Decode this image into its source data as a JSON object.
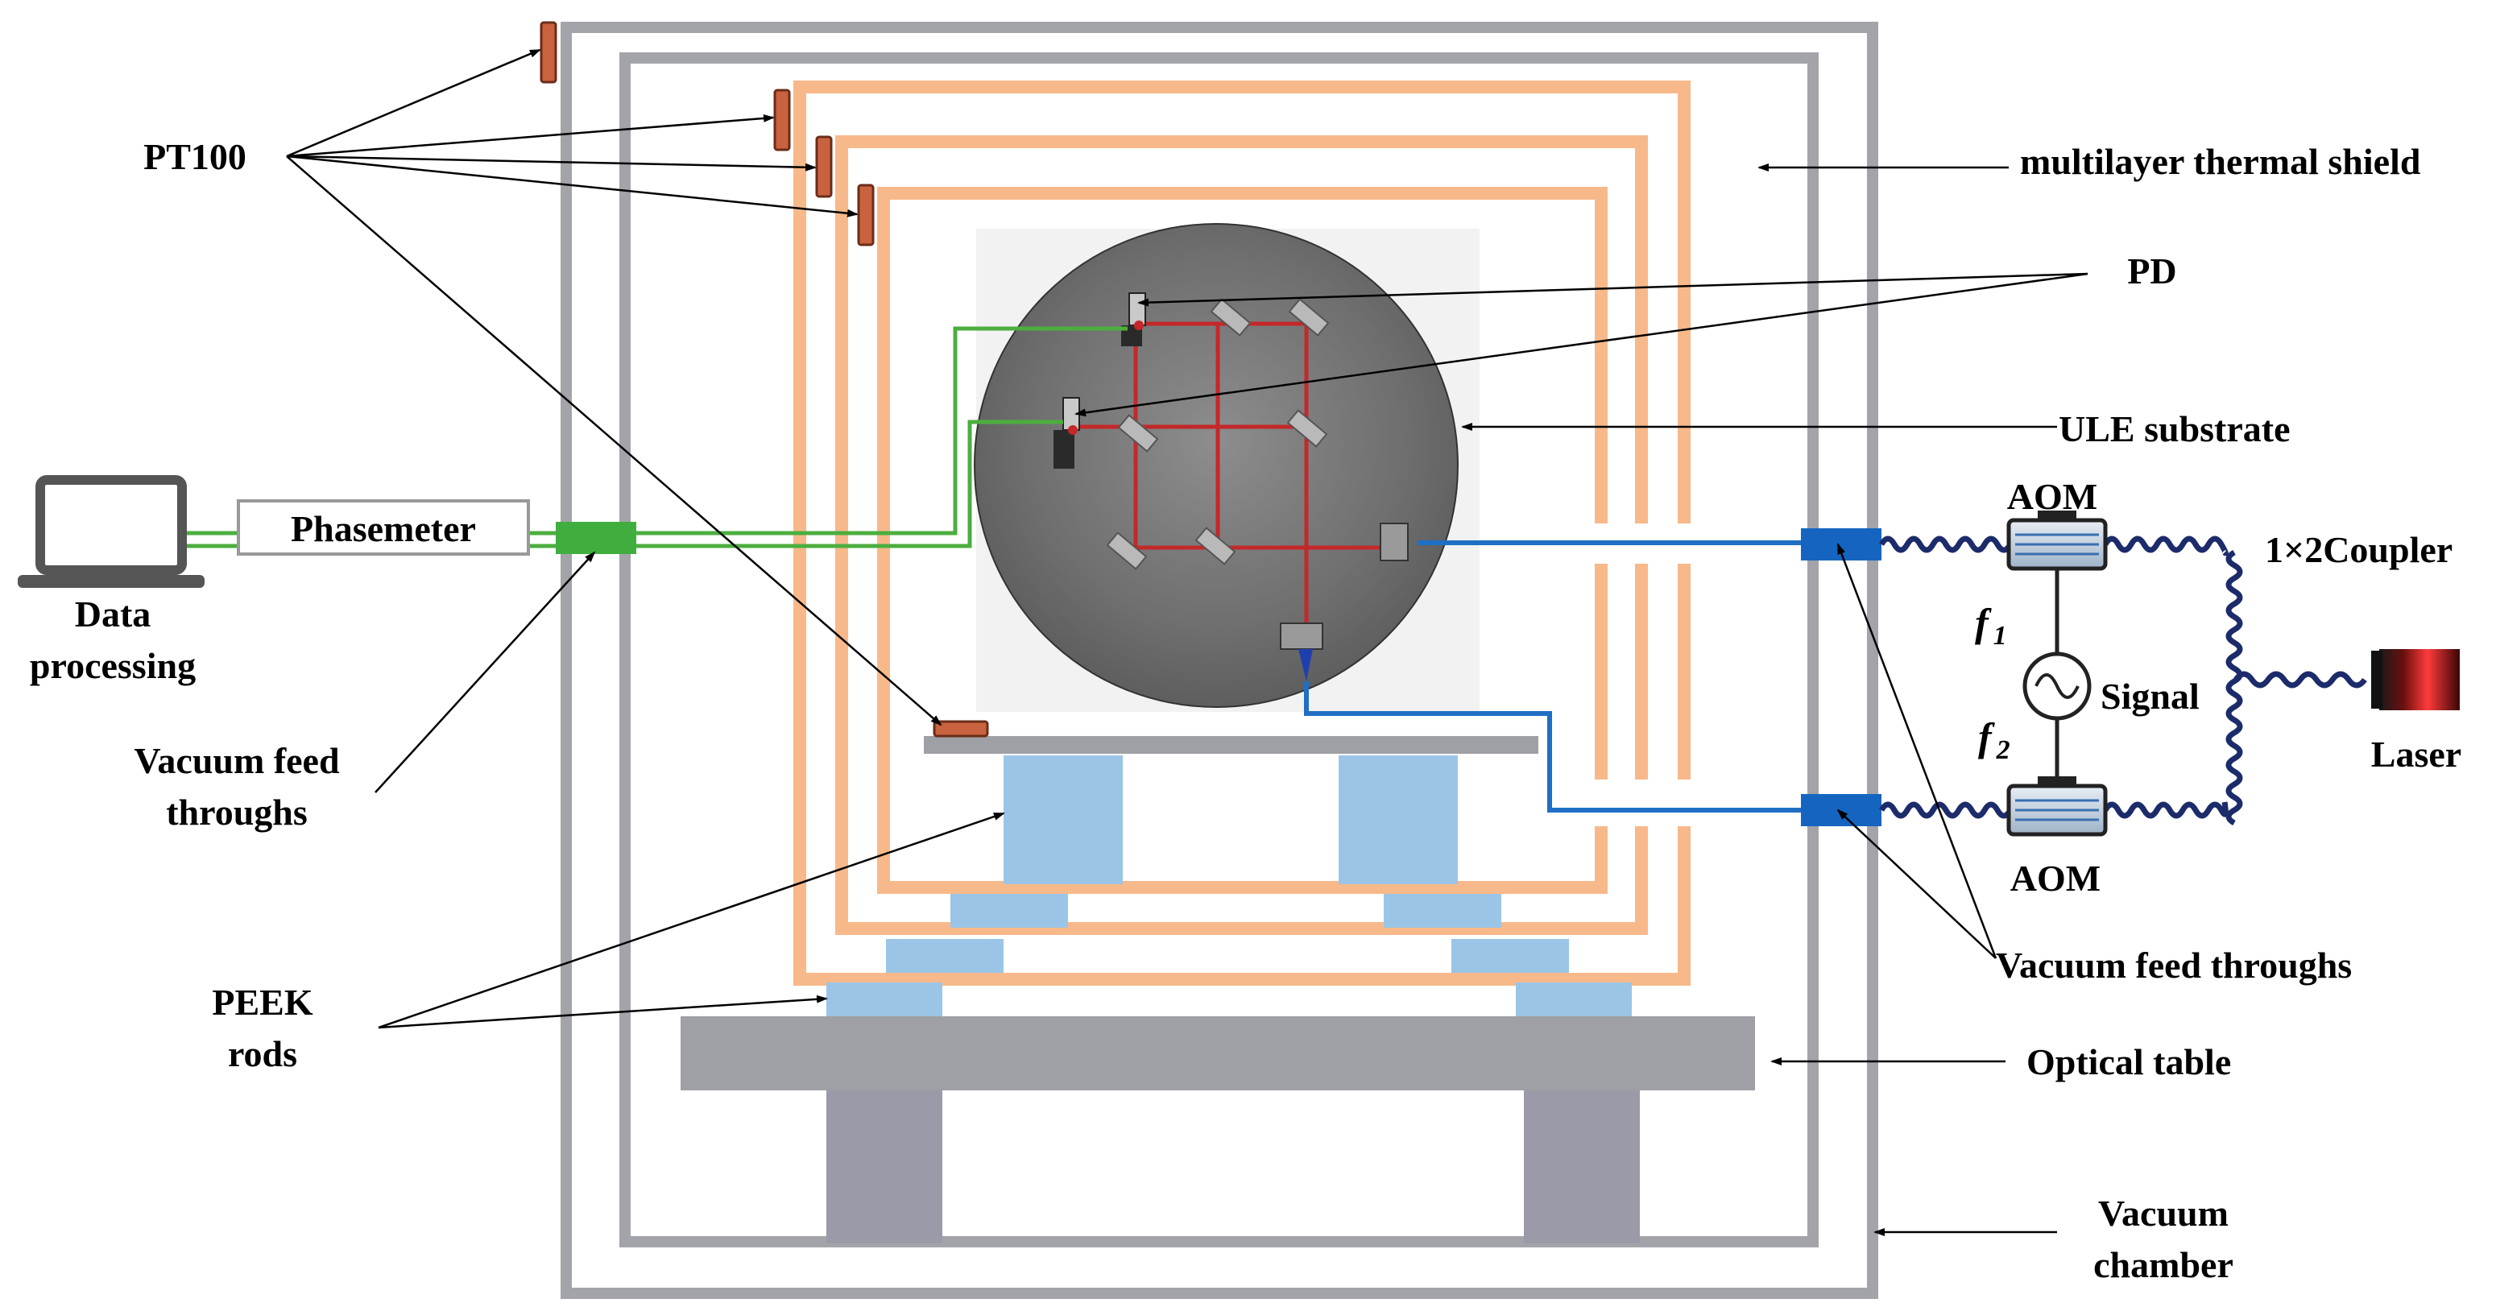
{
  "labels": {
    "pt100": "PT100",
    "thermal_shield": "multilayer thermal shield",
    "pd": "PD",
    "ule_substrate": "ULE substrate",
    "aom_top": "AOM",
    "aom_bottom": "AOM",
    "coupler": "1×2Coupler",
    "f1_base": "f",
    "f1_sub": "1",
    "f2_base": "f",
    "f2_sub": "2",
    "signal": "Signal",
    "laser": "Laser",
    "phasemeter": "Phasemeter",
    "data_processing_1": "Data",
    "data_processing_2": "processing",
    "feedthrough_left_1": "Vacuum feed",
    "feedthrough_left_2": "throughs",
    "feedthrough_right": "Vacuum feed throughs",
    "peek_1": "PEEK",
    "peek_2": "rods",
    "optical_table": "Optical table",
    "vacuum_chamber_1": "Vacuum",
    "vacuum_chamber_2": "chamber"
  },
  "colors": {
    "chamber_wall": "#a3a3aa",
    "thermal_shield": "#f8b98a",
    "peek_rod": "#9bc5e6",
    "optical_table": "#9fa0a5",
    "table_leg": "#9a9aa8",
    "pt100_sensor": "#c9623f",
    "green_fiber": "#4cae3f",
    "blue_fiber": "#1f6fc4",
    "laser_beam": "#c4282a",
    "fiber_coil": "#1c2b6a",
    "feedthrough_blue": "#1565c0",
    "feedthrough_green": "#3fae3f"
  },
  "icons": [
    "laptop-icon",
    "signal-generator-icon",
    "laser-icon",
    "aom-icon",
    "photodiode-icon",
    "mirror-icon"
  ]
}
